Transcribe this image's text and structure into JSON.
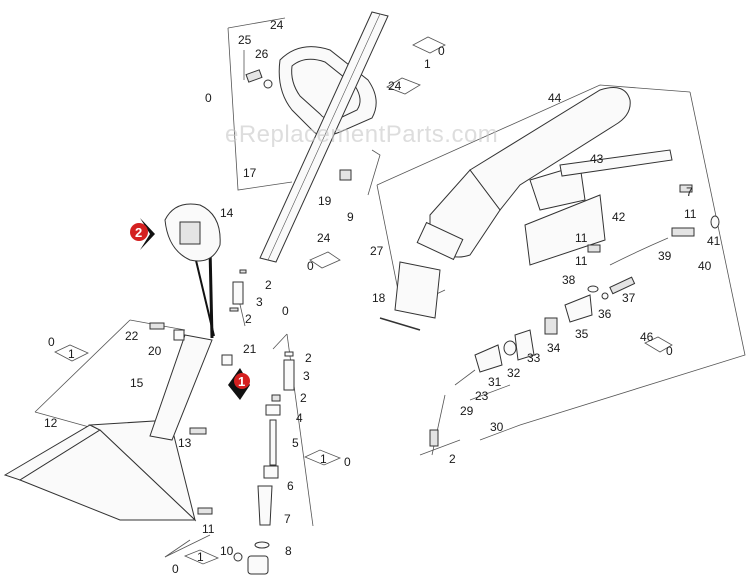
{
  "watermark": "eReplacementParts.com",
  "callouts": [
    {
      "id": "c24t",
      "text": "24"
    },
    {
      "id": "c25",
      "text": "25"
    },
    {
      "id": "c26",
      "text": "26"
    },
    {
      "id": "c0a",
      "text": "0"
    },
    {
      "id": "c0b",
      "text": "0"
    },
    {
      "id": "c1a",
      "text": "1"
    },
    {
      "id": "c24b",
      "text": "24"
    },
    {
      "id": "c44",
      "text": "44"
    },
    {
      "id": "c43",
      "text": "43"
    },
    {
      "id": "c17",
      "text": "17"
    },
    {
      "id": "c19",
      "text": "19"
    },
    {
      "id": "c9",
      "text": "9"
    },
    {
      "id": "c42",
      "text": "42"
    },
    {
      "id": "c7r",
      "text": "7"
    },
    {
      "id": "c11a",
      "text": "11"
    },
    {
      "id": "c14",
      "text": "14"
    },
    {
      "id": "c24c",
      "text": "24"
    },
    {
      "id": "c0c",
      "text": "0"
    },
    {
      "id": "c41",
      "text": "41"
    },
    {
      "id": "c27",
      "text": "27"
    },
    {
      "id": "c39",
      "text": "39"
    },
    {
      "id": "c11b",
      "text": "11"
    },
    {
      "id": "c40",
      "text": "40"
    },
    {
      "id": "c38",
      "text": "38"
    },
    {
      "id": "c37",
      "text": "37"
    },
    {
      "id": "c2a",
      "text": "2"
    },
    {
      "id": "c18",
      "text": "18"
    },
    {
      "id": "c3a",
      "text": "3"
    },
    {
      "id": "c36",
      "text": "36"
    },
    {
      "id": "c0d",
      "text": "0"
    },
    {
      "id": "c2b",
      "text": "2"
    },
    {
      "id": "c35",
      "text": "35"
    },
    {
      "id": "c22",
      "text": "22"
    },
    {
      "id": "c0e",
      "text": "0"
    },
    {
      "id": "c46",
      "text": "46"
    },
    {
      "id": "c0f",
      "text": "0"
    },
    {
      "id": "c20",
      "text": "20"
    },
    {
      "id": "c21",
      "text": "21"
    },
    {
      "id": "c2c",
      "text": "2"
    },
    {
      "id": "c34",
      "text": "34"
    },
    {
      "id": "c1b",
      "text": "1"
    },
    {
      "id": "c32",
      "text": "32"
    },
    {
      "id": "c33",
      "text": "33"
    },
    {
      "id": "c3b",
      "text": "3"
    },
    {
      "id": "c15",
      "text": "15"
    },
    {
      "id": "c31",
      "text": "31"
    },
    {
      "id": "c2d",
      "text": "2"
    },
    {
      "id": "c23",
      "text": "23"
    },
    {
      "id": "c4",
      "text": "4"
    },
    {
      "id": "c29",
      "text": "29"
    },
    {
      "id": "c12",
      "text": "12"
    },
    {
      "id": "c30",
      "text": "30"
    },
    {
      "id": "c13",
      "text": "13"
    },
    {
      "id": "c5",
      "text": "5"
    },
    {
      "id": "c1c",
      "text": "1"
    },
    {
      "id": "c0g",
      "text": "0"
    },
    {
      "id": "c2e",
      "text": "2"
    },
    {
      "id": "c6",
      "text": "6"
    },
    {
      "id": "c11c",
      "text": "11"
    },
    {
      "id": "c7",
      "text": "7"
    },
    {
      "id": "c0h",
      "text": "0"
    },
    {
      "id": "c1d",
      "text": "1"
    },
    {
      "id": "c10",
      "text": "10"
    },
    {
      "id": "c8",
      "text": "8"
    },
    {
      "id": "c11d",
      "text": "11"
    }
  ],
  "badges": [
    {
      "id": "b1",
      "text": "1",
      "color": "#d42020"
    },
    {
      "id": "b2",
      "text": "2",
      "color": "#d42020"
    }
  ]
}
